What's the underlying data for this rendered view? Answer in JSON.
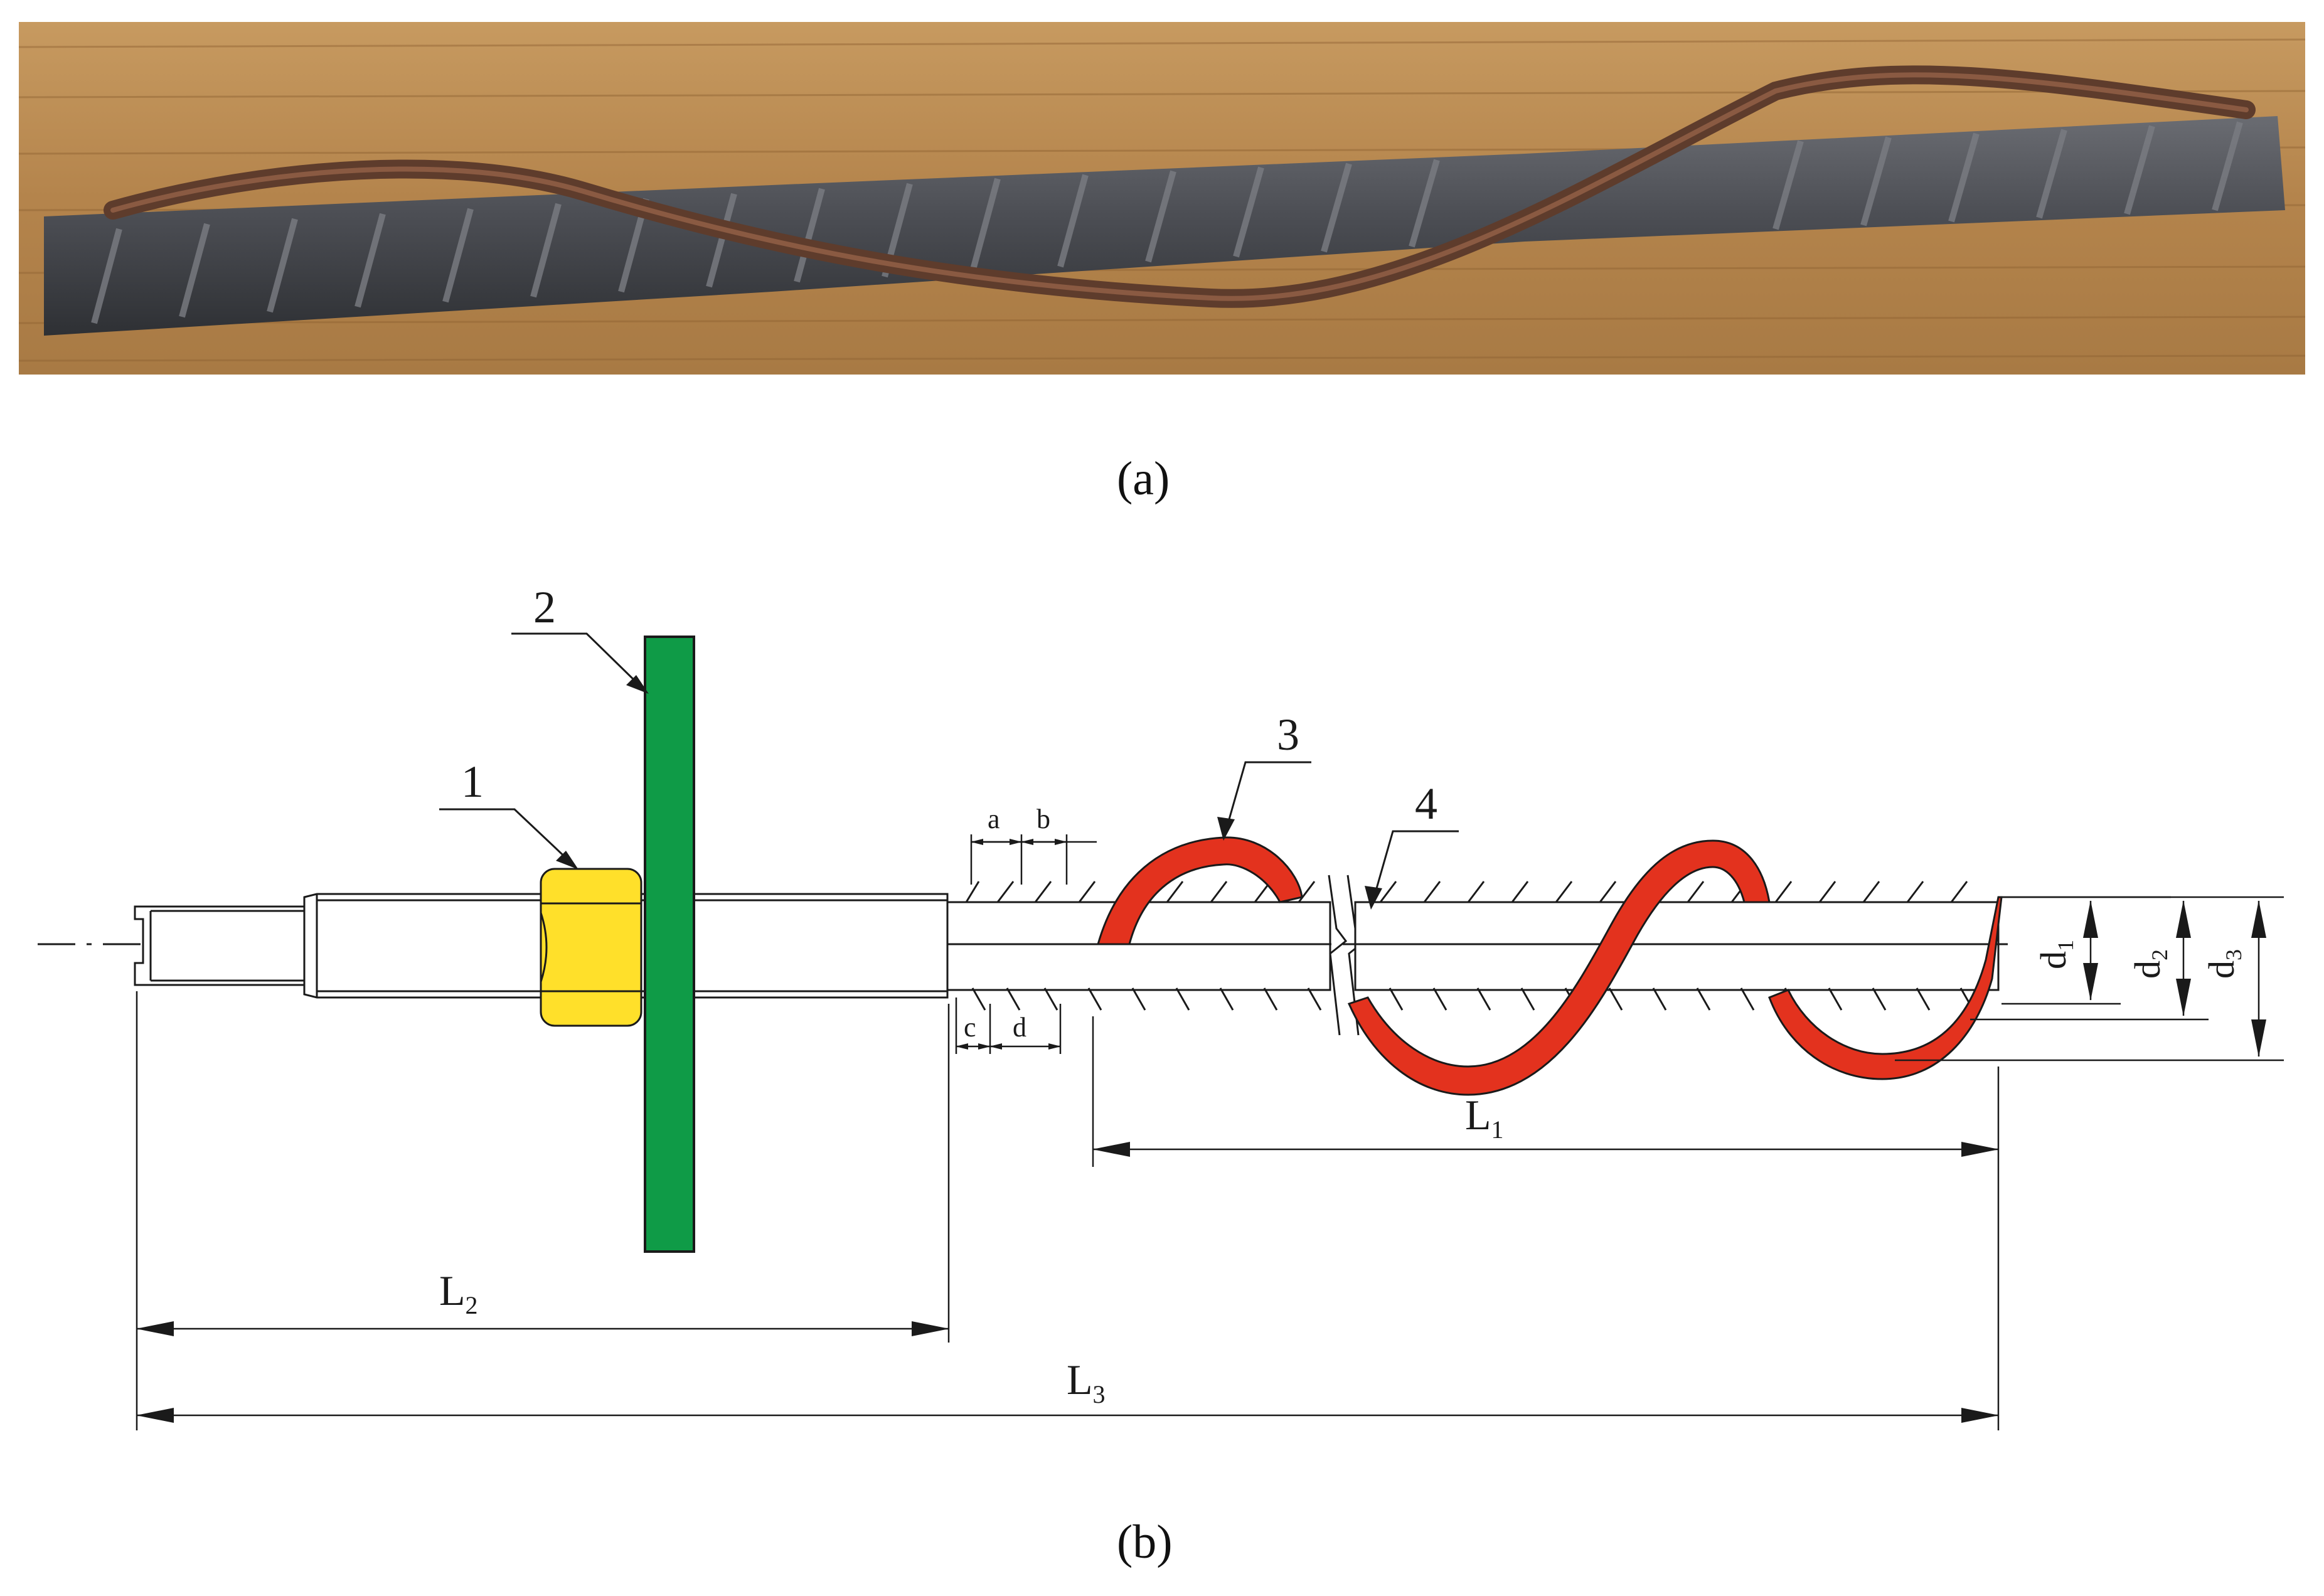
{
  "figure": {
    "panel_a": {
      "caption": "(a)"
    },
    "panel_b": {
      "caption": "(b)",
      "callouts": [
        "1",
        "2",
        "3",
        "4"
      ],
      "dimensions": {
        "a": "a",
        "b": "b",
        "c": "c",
        "d": "d",
        "d1": {
          "base": "d",
          "sub": "1"
        },
        "d2": {
          "base": "d",
          "sub": "2"
        },
        "d3": {
          "base": "d",
          "sub": "3"
        },
        "L1": {
          "base": "L",
          "sub": "1"
        },
        "L2": {
          "base": "L",
          "sub": "2"
        },
        "L3": {
          "base": "L",
          "sub": "3"
        }
      }
    }
  },
  "colors": {
    "nut": "#ffe02a",
    "plate": "#0f9b47",
    "spiral": "#e3321e",
    "wood": "#b8874e",
    "steel": "#4a4c52",
    "rust": "#6b3f2a",
    "ink": "#1a1a1a"
  }
}
